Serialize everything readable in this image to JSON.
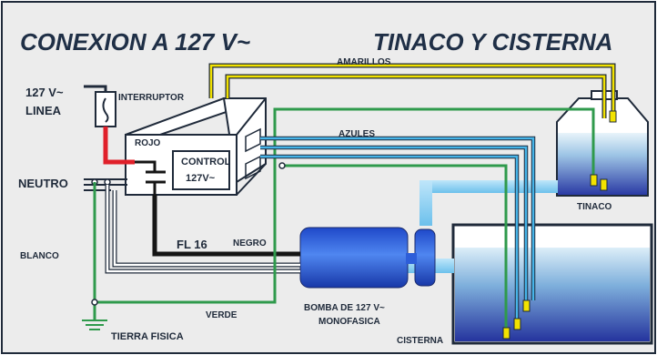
{
  "title_left": "CONEXION A 127 V~",
  "title_right": "TINACO Y CISTERNA",
  "labels": {
    "amarillos": "AMARILLOS",
    "linea_volt": "127 V~",
    "linea": "LINEA",
    "interruptor": "INTERRUPTOR",
    "rojo": "ROJO",
    "azules": "AZULES",
    "control": "CONTROL",
    "control_volt": "127V~",
    "neutro": "NEUTRO",
    "tinaco": "TINACO",
    "blanco": "BLANCO",
    "fl16": "FL 16",
    "negro": "NEGRO",
    "verde": "VERDE",
    "bomba_1": "BOMBA DE 127 V~",
    "bomba_2": "MONOFASICA",
    "tierra": "TIERRA FISICA",
    "cisterna": "CISTERNA"
  },
  "colors": {
    "background": "#ececec",
    "border": "#1f2a3a",
    "red_wire": "#e0202a",
    "black_wire": "#151515",
    "yellow_wire": "#f2e200",
    "blue_wire": "#46b4e8",
    "green_wire": "#2f9a4c",
    "pipe": "#8fd2f2",
    "water_top": "#d6ecf7",
    "water_bottom": "#2a3fa8",
    "pump": "#2d5ed9"
  }
}
